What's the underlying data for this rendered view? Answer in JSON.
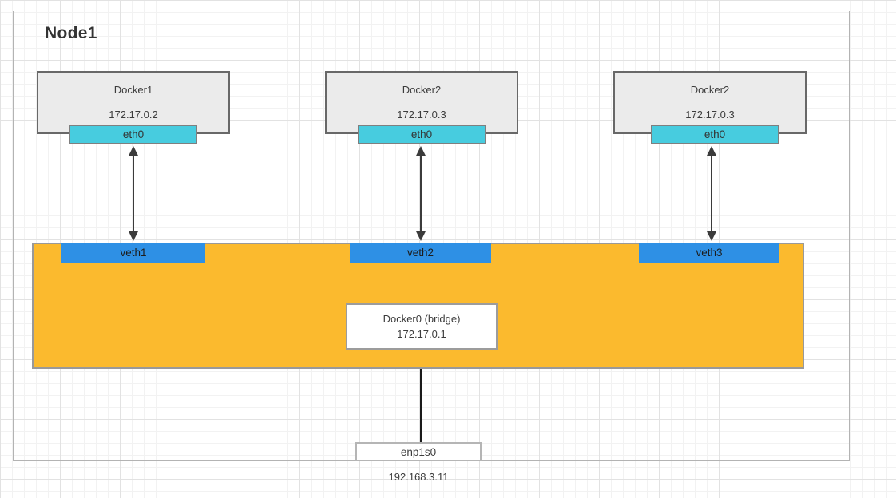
{
  "diagram": {
    "title": "Node1",
    "containers": [
      {
        "name": "Docker1",
        "ip": "172.17.0.2",
        "interface": "eth0"
      },
      {
        "name": "Docker2",
        "ip": "172.17.0.3",
        "interface": "eth0"
      },
      {
        "name": "Docker2",
        "ip": "172.17.0.3",
        "interface": "eth0"
      }
    ],
    "bridge": {
      "name": "Docker0 (bridge)",
      "ip": "172.17.0.1",
      "ports": [
        "veth1",
        "veth2",
        "veth3"
      ]
    },
    "host_interface": {
      "name": "enp1s0",
      "ip": "192.168.3.11"
    },
    "colors": {
      "container_fill": "#ebebeb",
      "eth_fill": "#47ccdf",
      "bridge_fill": "#fbba2e",
      "veth_fill": "#2e90e5",
      "border_gray": "#b3b3b3"
    }
  }
}
